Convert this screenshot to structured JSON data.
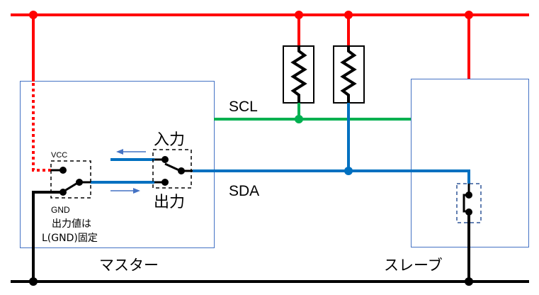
{
  "diagram": {
    "title": "I2C bus: master / slave open-drain connection",
    "colors": {
      "vcc": "#ff0000",
      "gnd": "#000000",
      "scl": "#00b050",
      "sda": "#0070c0",
      "box_border": "#4472c4",
      "arrow": "#4472c4"
    },
    "labels": {
      "scl": "SCL",
      "sda": "SDA",
      "input": "入力",
      "output": "出力",
      "vcc": "VCC",
      "gnd": "GND",
      "note_line1": "出力値は",
      "note_line2": "L(GND)固定",
      "master": "マスター",
      "slave": "スレーブ"
    },
    "nodes": [
      "vcc-rail",
      "gnd-rail",
      "scl-line",
      "sda-line",
      "pullup-resistor-scl",
      "pullup-resistor-sda",
      "master-box",
      "slave-box",
      "master-output-switch",
      "master-io-switch",
      "slave-open-drain-switch"
    ]
  }
}
